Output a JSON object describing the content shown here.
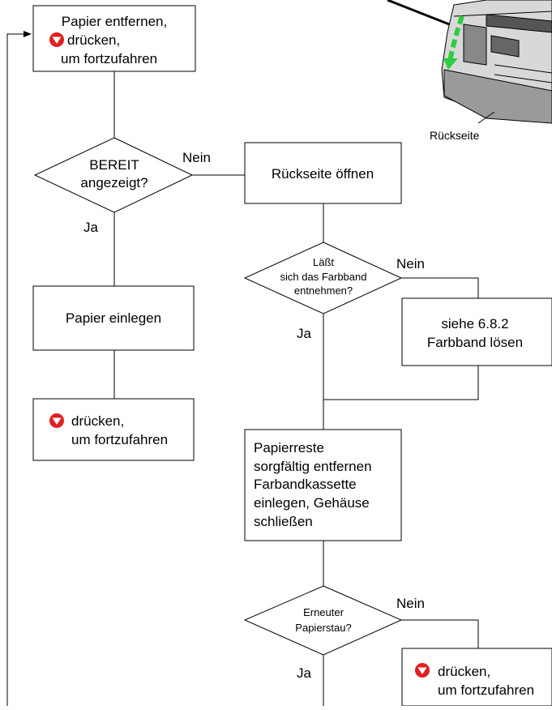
{
  "boxes": {
    "remove_paper": {
      "line1": "Papier entfernen,",
      "line2": "drücken,",
      "line3": "um fortzufahren"
    },
    "open_back": {
      "text": "Rückseite öffnen"
    },
    "insert_paper": {
      "text": "Papier einlegen"
    },
    "press_continue": {
      "line1": "drücken,",
      "line2": "um fortzufahren"
    },
    "see_ribbon": {
      "line1": "siehe 6.8.2",
      "line2": "Farbband lösen"
    },
    "remove_scraps": {
      "line1": "Papierreste",
      "line2": "sorgfältig entfernen",
      "line3": "Farbandkassette",
      "line4": "einlegen, Gehäuse",
      "line5": "schließen"
    },
    "press_continue_bottom": {
      "line1": "drücken,",
      "line2": "um fortzufahren"
    }
  },
  "decisions": {
    "ready": {
      "line1": "BEREIT",
      "line2": "angezeigt?"
    },
    "ribbon": {
      "line1": "Läßt",
      "line2": "sich das Farbband",
      "line3": "entnehmen?"
    },
    "jam_again": {
      "line1": "Erneuter",
      "line2": "Papierstau?"
    }
  },
  "edge_labels": {
    "yes": "Ja",
    "no": "Nein"
  },
  "illustration": {
    "caption": "Rückseite"
  },
  "colors": {
    "line": "#000000",
    "button_red": "#e02020",
    "arrow_green": "#2ecc40"
  },
  "icons": {
    "button": "red-down-triangle-button-icon"
  }
}
